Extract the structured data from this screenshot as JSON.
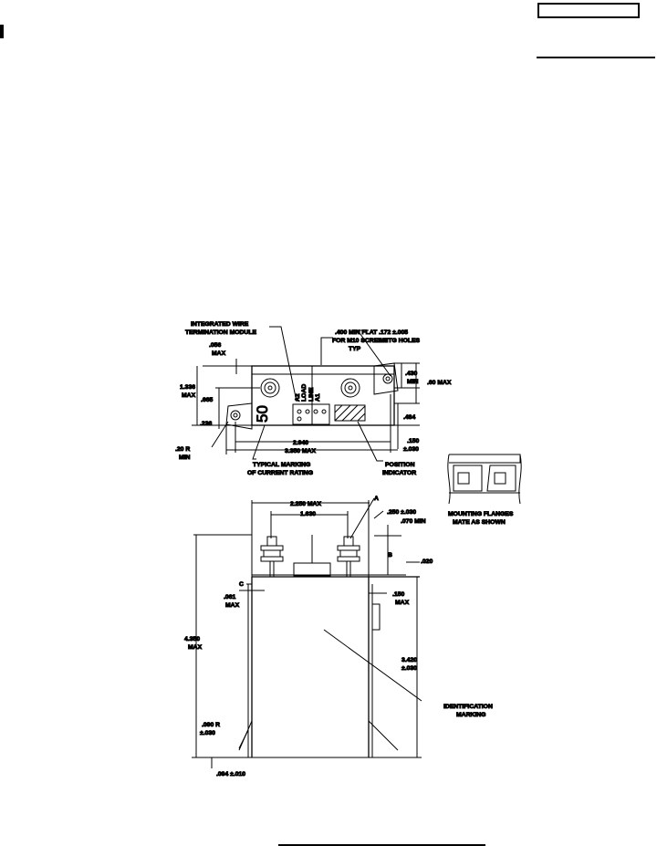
{
  "top_view": {
    "label_integrated": [
      "INTEGRATED WIRE",
      "TERMINATION MODULE"
    ],
    "label_flat": [
      ".400 MIN FLAT",
      "FOR M10 SCREWS",
      "TYP"
    ],
    "label_holes": [
      ".172 ±.005",
      "2 MTG HOLES"
    ],
    "dim_056": [
      ".056",
      "MAX"
    ],
    "dim_1336": [
      "1.336",
      "MAX"
    ],
    "dim_665": ".665",
    "dim_236": ".236",
    "dim_430": [
      ".430",
      "MIN"
    ],
    "dim_60": ".60 MAX",
    "dim_484": ".484",
    "dim_150": [
      ".150",
      "±.030"
    ],
    "dim_2940": "2.940",
    "dim_3350": "3.350 MAX",
    "dim_r20": [
      ".20 R",
      "MIN"
    ],
    "label_typical": [
      "TYPICAL MARKING",
      "OF CURRENT RATING"
    ],
    "label_position": [
      "POSITION",
      "INDICATOR"
    ],
    "rating_marking": "50",
    "terminal_load": [
      "A2",
      "LOAD"
    ],
    "terminal_line": [
      "LINE",
      "A1"
    ]
  },
  "flange_view": {
    "label": [
      "MOUNTING FLANGES",
      "MATE AS SHOWN"
    ]
  },
  "side_view": {
    "dim_2250": "2.250 MAX",
    "label_a": "A",
    "dim_250": ".250 ±.030",
    "dim_1630": "1.630",
    "dim_070": ".070 MIN",
    "label_b": "B",
    "dim_020": ".020",
    "label_c": "C",
    "dim_061": [
      ".061",
      "MAX"
    ],
    "dim_150max": [
      ".150",
      "MAX"
    ],
    "dim_4350": [
      "4.350",
      "MAX"
    ],
    "dim_3420": [
      "3.420",
      "±.030"
    ],
    "label_id": [
      "IDENTIFICATION",
      "MARKING"
    ],
    "dim_r090": [
      ".090 R",
      "±.030"
    ],
    "dim_094": ".094 ±.010"
  }
}
